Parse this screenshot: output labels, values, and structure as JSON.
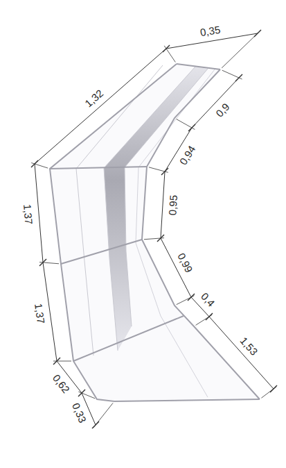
{
  "diagram": {
    "labels": [
      "0,35",
      "1,32",
      "1,37",
      "1,37",
      "0,62",
      "0,33",
      "0,9",
      "0,94",
      "0,95",
      "0,99",
      "0,4",
      "1,53"
    ]
  }
}
